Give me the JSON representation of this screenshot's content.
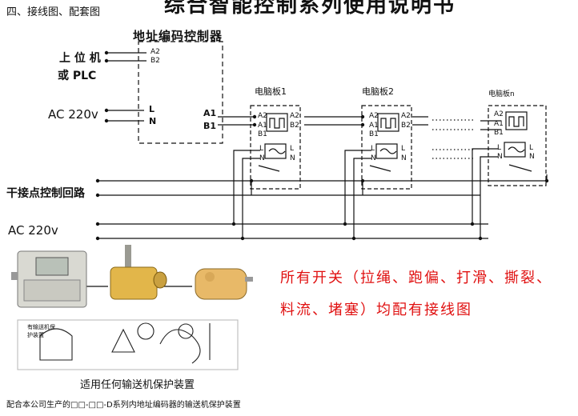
{
  "doc_title": "综合智能控制系列使用说明书",
  "section_title": "四、接线图、配套图",
  "controller": {
    "title": "地址编码控制器",
    "upper_label": "上 位 机",
    "plc_label": "或 PLC",
    "ac_label": "AC 220v",
    "terminals": {
      "a2": "A2",
      "b2": "B2",
      "l": "L",
      "n": "N",
      "a1": "A1",
      "b1": "B1"
    }
  },
  "boards": [
    {
      "title": "电脑板1",
      "a2": "A2",
      "a1": "A1",
      "b1": "B1",
      "a2r": "A2",
      "b2r": "B2",
      "l": "L",
      "n": "N",
      "lr": "L",
      "nr": "N"
    },
    {
      "title": "电脑板2",
      "a2": "A2",
      "a1": "A1",
      "b1": "B1",
      "a2r": "A2",
      "b2r": "B2",
      "l": "L",
      "n": "N",
      "lr": "L",
      "nr": "N"
    },
    {
      "title": "电脑板n",
      "a2": "A2",
      "a1": "A1",
      "b1": "B1",
      "l": "L",
      "n": "N",
      "lr": "L",
      "nr": "N"
    }
  ],
  "dry_contact_label": "干接点控制回路",
  "ac_bus_label": "AC 220v",
  "red_note_line1": "所有开关（拉绳、跑偏、打滑、撕裂、",
  "red_note_line2": "料流、堵塞）均配有接线图",
  "sketch_label_1": "有输送机保护装置",
  "caption": "适用任何输送机保护装置",
  "footnote": "配合本公司生产的□□-□□-D系列内地址编码器的输送机保护装置"
}
